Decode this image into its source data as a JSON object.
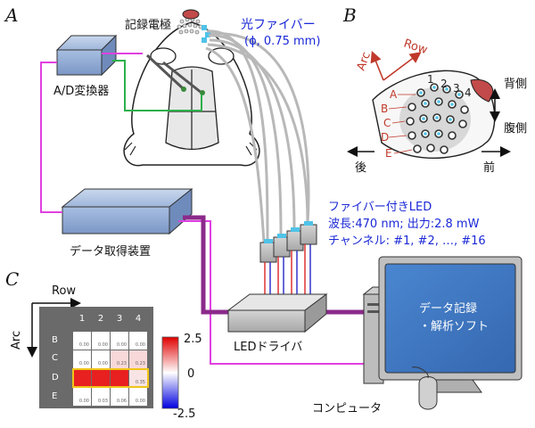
{
  "panels": {
    "a": "A",
    "b": "B",
    "c": "C"
  },
  "labels": {
    "recording_electrode": "記録電極",
    "optical_fiber": "光ファイバー",
    "fiber_diameter": "(ϕ, 0.75 mm)",
    "ad_converter": "A/D変換器",
    "data_acquisition": "データ取得装置",
    "fiber_led": "ファイバー付きLED",
    "wavelength_output": "波長:470 nm;  出力:2.8 mW",
    "channels": "チャンネル:  #1, #2, …, #16",
    "led_driver": "LEDドライバ",
    "computer": "コンピュータ",
    "software_line1": "データ記録",
    "software_line2": "・解析ソフト"
  },
  "whisker_map": {
    "row_label": "Row",
    "arc_label": "Arc",
    "rows": [
      "A",
      "B",
      "C",
      "D",
      "E"
    ],
    "arcs": [
      "1",
      "2",
      "3",
      "4"
    ],
    "dorsal": "背側",
    "ventral": "腹側",
    "posterior": "後",
    "anterior": "前"
  },
  "heatmap": {
    "row_label": "Row",
    "arc_label": "Arc",
    "col_headers": [
      "1",
      "2",
      "3",
      "4"
    ],
    "row_headers": [
      "B",
      "C",
      "D",
      "E"
    ],
    "cells": [
      [
        "0.00",
        "0.00",
        "0.00",
        "0.00"
      ],
      [
        "0.00",
        "0.00",
        "0.23",
        "0.23"
      ],
      [
        "",
        "",
        "",
        "0.35"
      ],
      [
        "0.00",
        "0.03",
        "0.06",
        "0.00"
      ]
    ],
    "cell_colors": [
      [
        "#ffffff",
        "#ffffff",
        "#ffffff",
        "#ffffff"
      ],
      [
        "#ffffff",
        "#ffffff",
        "#f8d8d8",
        "#f8d8d8"
      ],
      [
        "#e82020",
        "#e82020",
        "#e82020",
        "#f8e4e4"
      ],
      [
        "#ffffff",
        "#ffffff",
        "#ffffff",
        "#ffffff"
      ]
    ],
    "colorbar_max": "2.5",
    "colorbar_mid": "0",
    "colorbar_min": "-2.5"
  }
}
